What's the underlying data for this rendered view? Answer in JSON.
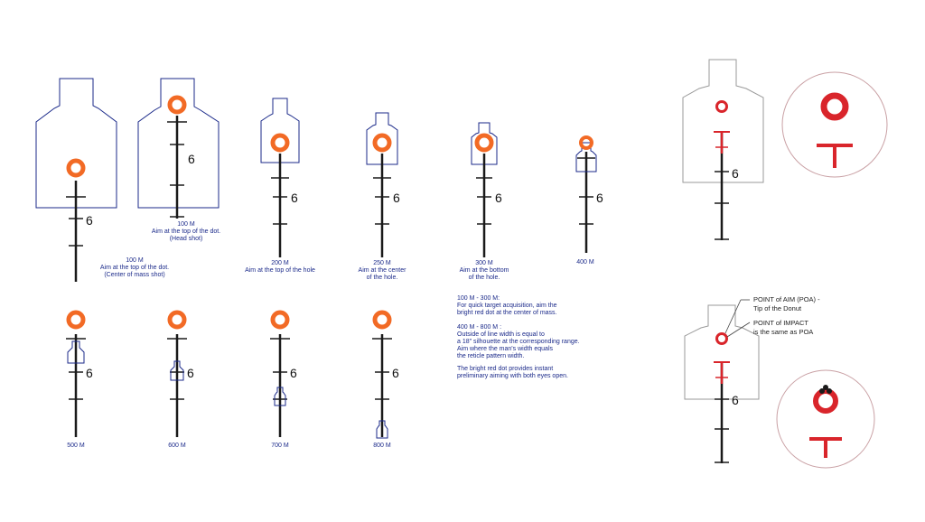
{
  "colors": {
    "reticle": "#1a1a1a",
    "dot": "#f26a25",
    "silhouette_blue": "#1b2a8a",
    "silhouette_gray": "#9a9a9a",
    "red": "#d9252b",
    "circle_outline": "#c9a0a4"
  },
  "stadia_label": "6",
  "targets": [
    {
      "id": "100m-center",
      "caption": [
        "100 M",
        "Aim at the top of the dot.",
        "(Center of mass shot)"
      ]
    },
    {
      "id": "100m-head",
      "caption": [
        "100 M",
        "Aim at the top of the dot.",
        "(Head shot)"
      ]
    },
    {
      "id": "200m",
      "caption": [
        "200 M",
        "Aim at the top of the hole"
      ]
    },
    {
      "id": "250m",
      "caption": [
        "250 M",
        "Aim at the center",
        "of the hole."
      ]
    },
    {
      "id": "300m",
      "caption": [
        "300 M",
        "Aim at the bottom",
        "of the hole."
      ]
    },
    {
      "id": "400m",
      "caption": [
        "400 M"
      ]
    },
    {
      "id": "500m",
      "caption": [
        "500 M"
      ]
    },
    {
      "id": "600m",
      "caption": [
        "600 M"
      ]
    },
    {
      "id": "700m",
      "caption": [
        "700 M"
      ]
    },
    {
      "id": "800m",
      "caption": [
        "800 M"
      ]
    }
  ],
  "notes": [
    "100 M - 300 M:",
    "For quick target acquisition, aim the",
    "bright red dot at the center of mass.",
    "",
    "400 M - 800 M :",
    "Outside of line width is equal to",
    "a 18\" silhouette at the corresponding range.",
    "Aim where the man's width equals",
    "the reticle pattern width.",
    "",
    "The bright red dot provides instant",
    "preliminary aiming with both eyes open."
  ],
  "callouts": {
    "poa_line1": "POINT of AIM (POA) -",
    "poa_line2": "Tip of the Donut",
    "poi_line1": "POINT of IMPACT",
    "poi_line2": "is the same as POA"
  }
}
